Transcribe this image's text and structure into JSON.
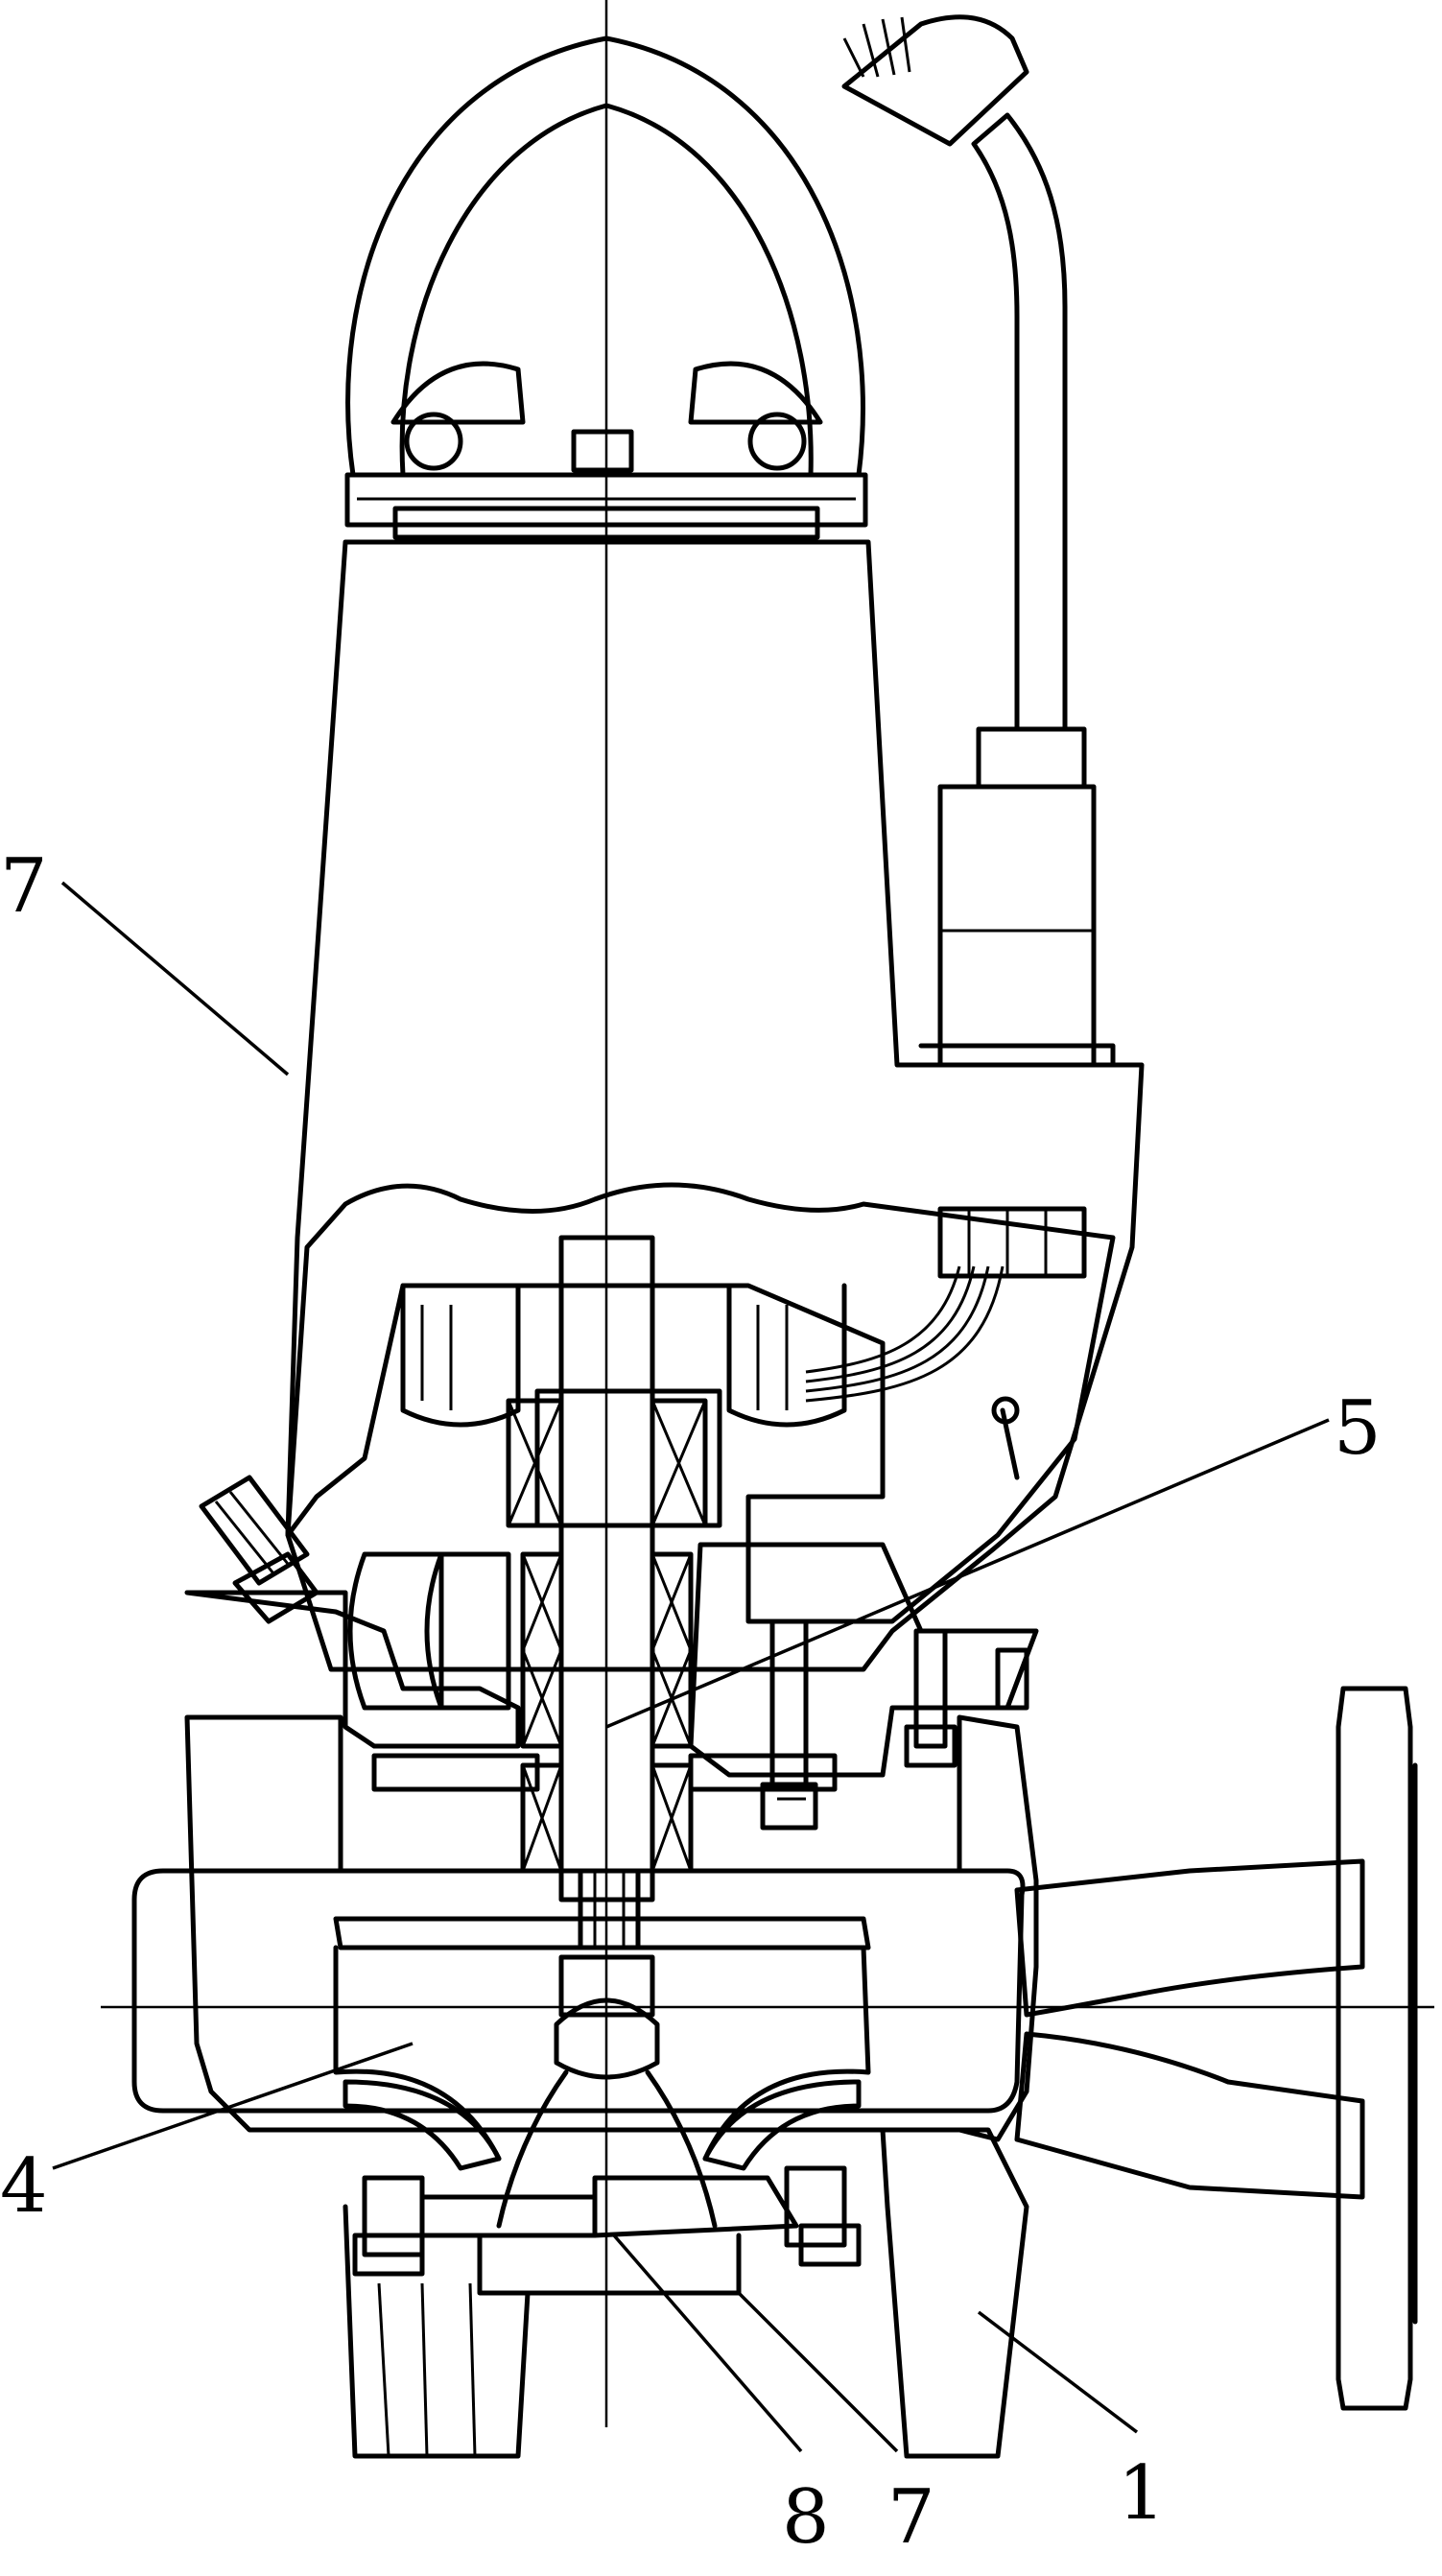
{
  "labels": {
    "p7_left": "7",
    "p5": "5",
    "p4": "4",
    "p8": "8",
    "p7_bottom": "7",
    "p1": "1"
  }
}
